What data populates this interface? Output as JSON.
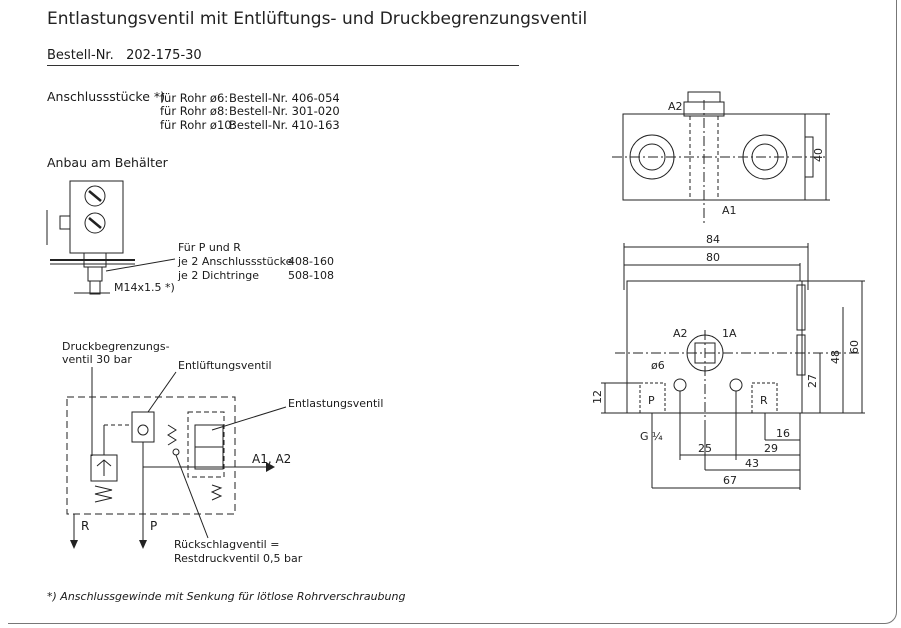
{
  "title": "Entlastungsventil mit Entlüftungs- und Druckbegrenzungsventil",
  "order": {
    "label": "Bestell-Nr.",
    "number": "202-175-30"
  },
  "connectors": {
    "label": "Anschlussstücke *)",
    "items": [
      {
        "pipe": "für Rohr ø6:",
        "ref": "Bestell-Nr. 406-054"
      },
      {
        "pipe": "für Rohr ø8:",
        "ref": "Bestell-Nr. 301-020"
      },
      {
        "pipe": "für Rohr ø10:",
        "ref": "Bestell-Nr. 410-163"
      }
    ]
  },
  "mounting": {
    "heading": "Anbau am Behälter",
    "for_label": "Für P und R",
    "line1": "je 2 Anschlussstücke",
    "line1_no": "408-160",
    "line2": "je 2 Dichtringe",
    "line2_no": "508-108",
    "thread": "M14x1.5 *)"
  },
  "schematic": {
    "pressure_relief": "Druckbegrenzungs-",
    "pressure_relief2": "ventil 30 bar",
    "vent_valve": "Entlüftungsventil",
    "relief_valve": "Entlastungsventil",
    "outlet": "A1, A2",
    "port_r": "R",
    "port_p": "P",
    "check_valve": "Rückschlagventil =",
    "check_valve2": "Restdruckventil 0,5 bar"
  },
  "drawing": {
    "top": {
      "a2": "A2",
      "a1": "A1",
      "dim_40": "40"
    },
    "front": {
      "dim_84": "84",
      "dim_80": "80",
      "dim_60": "60",
      "dim_48": "48",
      "dim_27": "27",
      "dim_12": "12",
      "dim_25": "25",
      "dim_29": "29",
      "dim_16": "16",
      "dim_43": "43",
      "dim_67": "67",
      "a2": "A2",
      "a1": "1A",
      "d6": "ø6",
      "p": "P",
      "r": "R",
      "g": "G ¼"
    }
  },
  "footnote": "*) Anschlussgewinde mit Senkung für lötlose Rohrverschraubung"
}
